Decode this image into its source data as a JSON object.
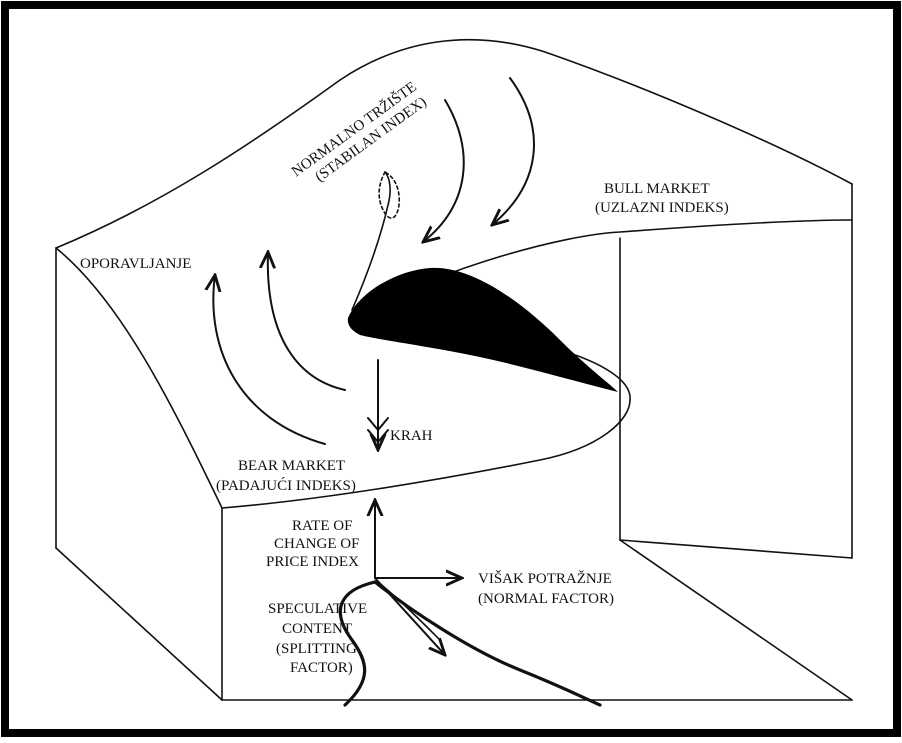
{
  "labels": {
    "normal_market_line1": "NORMALNO TRŽIŠTE",
    "normal_market_line2": "(STABILAN INDEX)",
    "bull_market_line1": "BULL MARKET",
    "bull_market_line2": "(UZLAZNI INDEKS)",
    "recovery": "OPORAVLJANJE",
    "crash": "KRAH",
    "bear_market_line1": "BEAR MARKET",
    "bear_market_line2": "(PADAJUĆI INDEKS)",
    "rate_line1": "RATE OF",
    "rate_line2": "CHANGE OF",
    "rate_line3": "PRICE INDEX",
    "excess_demand_line1": "VIŠAK POTRAŽNJE",
    "excess_demand_line2": "(NORMAL FACTOR)",
    "speculative_line1": "SPECULATIVE",
    "speculative_line2": "CONTENT",
    "speculative_line3": "(SPLITTING",
    "speculative_line4": "FACTOR)"
  },
  "colors": {
    "ink": "#111111",
    "frame": "#000000",
    "background": "#ffffff"
  }
}
